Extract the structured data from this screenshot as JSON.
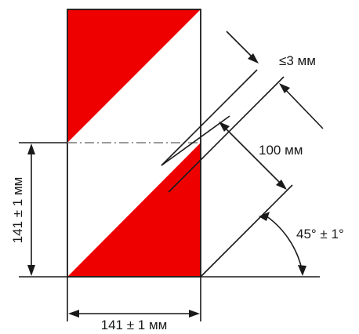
{
  "colors": {
    "stripe": "#ef0000",
    "background": "#ffffff",
    "line": "#1a1a1a"
  },
  "labels": {
    "max_gap": "≤3 мм",
    "stripe_width": "100 мм",
    "angle": "45° ± 1°",
    "height": "141 ± 1 мм",
    "width": "141 ± 1 мм"
  }
}
